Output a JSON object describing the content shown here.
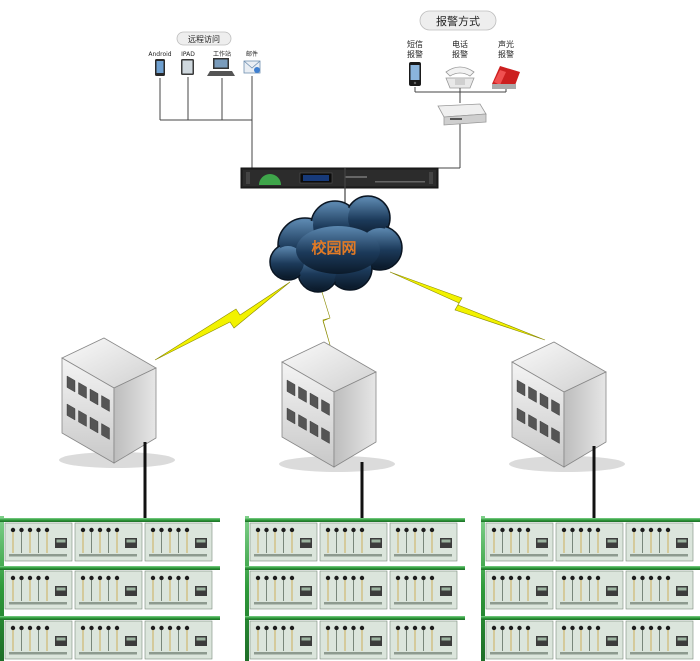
{
  "remote_access": {
    "title": "远程访问",
    "devices": [
      {
        "label": "Android",
        "icon": "smartphone-icon"
      },
      {
        "label": "IPAD",
        "icon": "tablet-icon"
      },
      {
        "label": "工作站",
        "icon": "workstation-icon"
      },
      {
        "label": "邮件",
        "icon": "email-icon"
      }
    ]
  },
  "alarm_methods": {
    "title": "报警方式",
    "methods": [
      {
        "label_line1": "短信",
        "label_line2": "报警",
        "icon": "mobile-phone-icon"
      },
      {
        "label_line1": "电话",
        "label_line2": "报警",
        "icon": "telephone-icon"
      },
      {
        "label_line1": "声光",
        "label_line2": "报警",
        "icon": "siren-icon"
      }
    ]
  },
  "network": {
    "cloud_label": "校园网"
  },
  "colors": {
    "cloud": "#1c3a5a",
    "cloud_text": "#e07a26",
    "lightning": "#f2f200",
    "rail": "#2e9a3a",
    "panel": "#dbe5dc",
    "building": "#d8d8d8"
  },
  "panel_groups": 3,
  "panel_rows": 3,
  "panels_per_row": 3
}
